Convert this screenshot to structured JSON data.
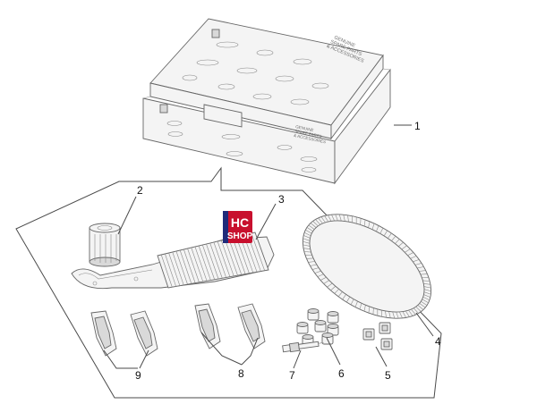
{
  "box": {
    "lid_text_lines": [
      "GENUINE",
      "SPARE PARTS",
      "& ACCESSORIES"
    ],
    "side_text_lines": [
      "GENUINE",
      "SPARE PARTS",
      "& ACCESSORIES"
    ]
  },
  "badge": {
    "line1": "HC",
    "line2": "SHOP",
    "color": "#c8102e"
  },
  "callouts": [
    "1",
    "2",
    "3",
    "4",
    "5",
    "6",
    "7",
    "8",
    "9"
  ],
  "colors": {
    "line": "#4a4a4a",
    "part_fill": "#f4f4f4",
    "part_dark": "#d9d9d9"
  }
}
